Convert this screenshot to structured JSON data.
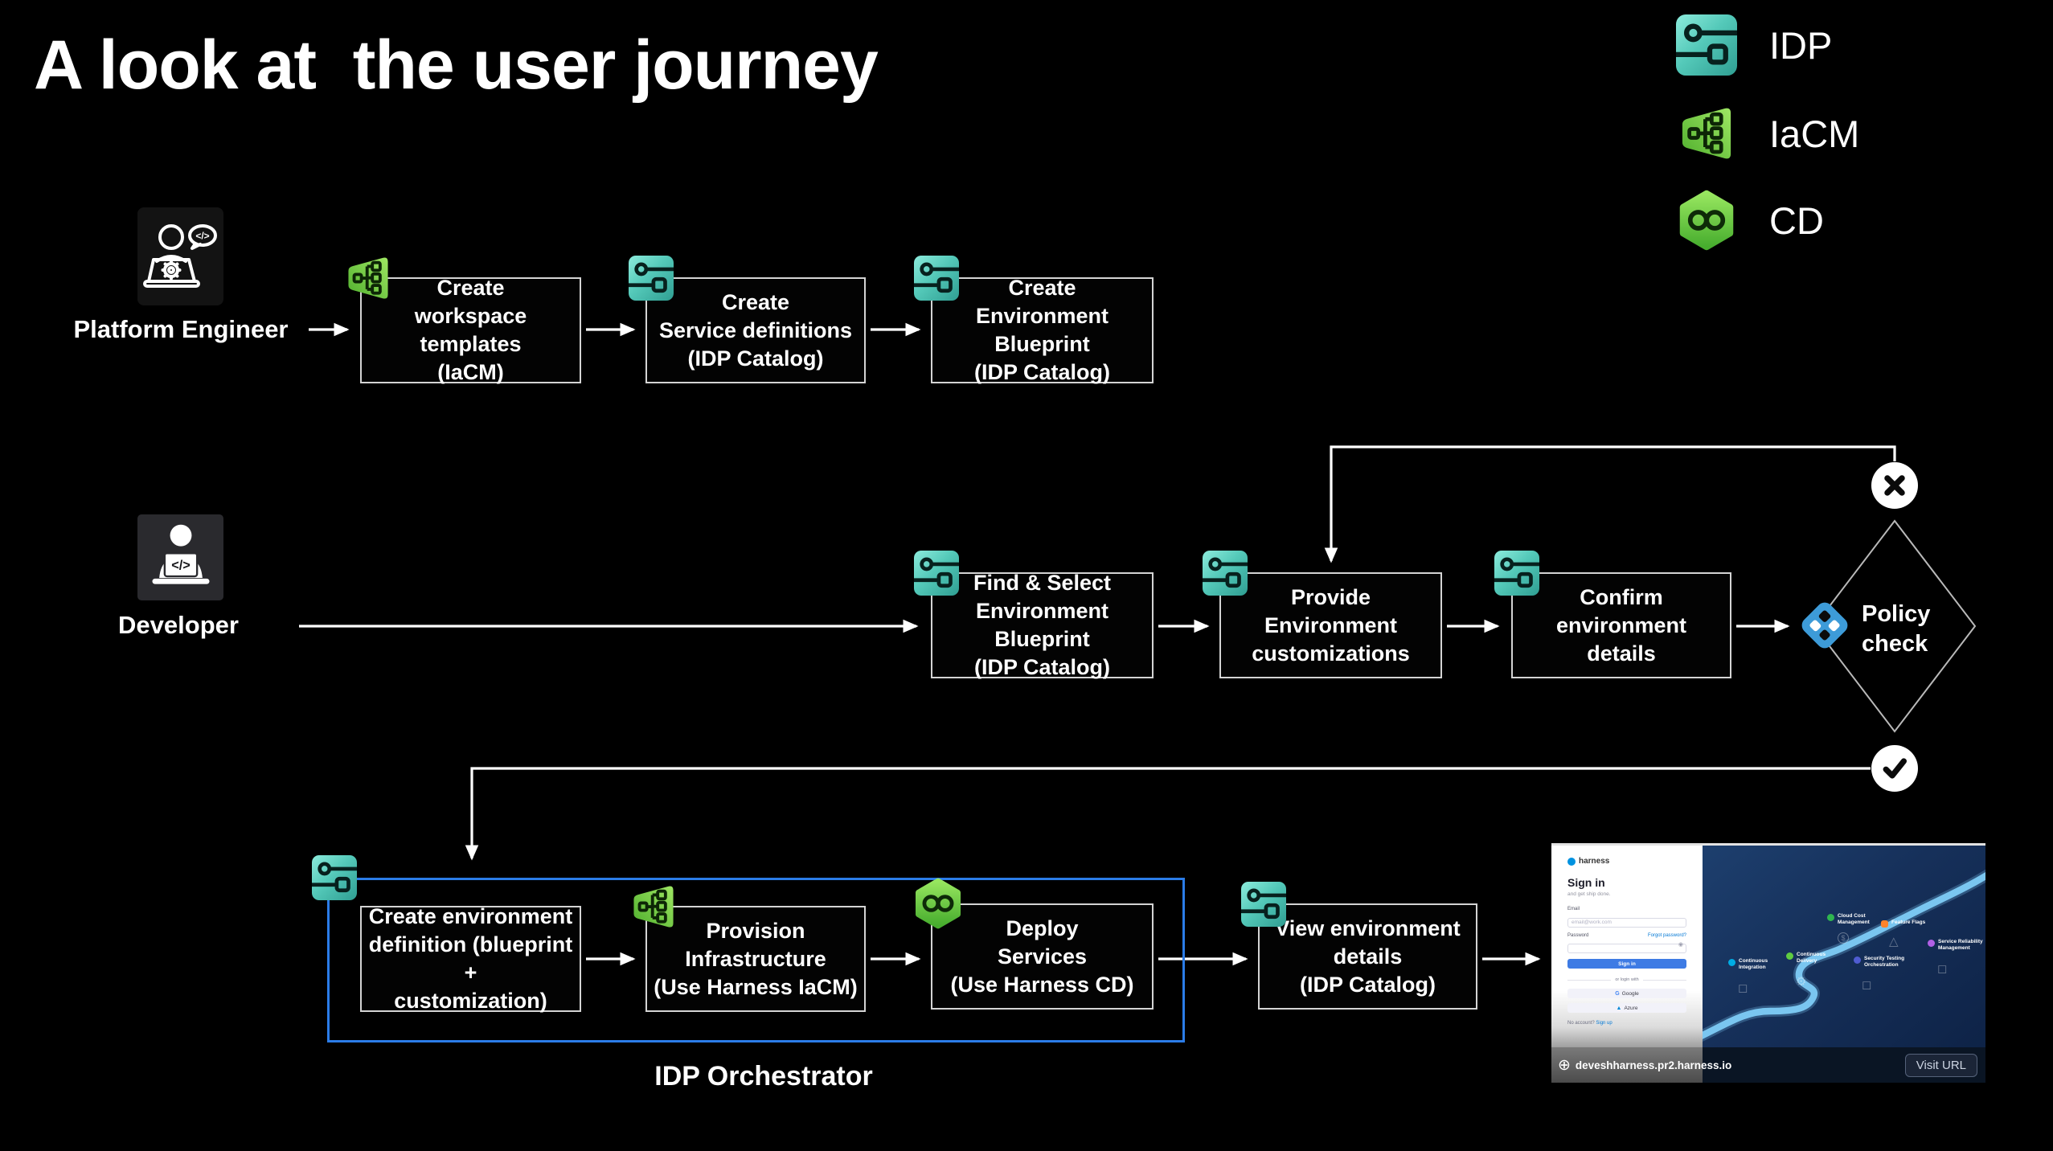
{
  "title": "A look at  the user journey",
  "legend": {
    "idp": "IDP",
    "iacm": "IaCM",
    "cd": "CD"
  },
  "actors": {
    "platform_engineer": "Platform Engineer",
    "developer": "Developer"
  },
  "boxes": {
    "b1": "Create\nworkspace templates\n(IaCM)",
    "b2": "Create\nService definitions\n(IDP Catalog)",
    "b3": "Create\nEnvironment Blueprint\n(IDP Catalog)",
    "b4": "Find & Select\nEnvironment Blueprint\n(IDP Catalog)",
    "b5": "Provide\nEnvironment\ncustomizations",
    "b6": "Confirm environment\ndetails",
    "b7": "Create environment\ndefinition (blueprint +\ncustomization)",
    "b8": "Provision\nInfrastructure\n(Use Harness IaCM)",
    "b9": "Deploy\nServices\n(Use Harness CD)",
    "b10": "View environment\ndetails\n(IDP Catalog)"
  },
  "policy_check": "Policy\ncheck",
  "orchestrator_label": "IDP Orchestrator",
  "browser_preview": {
    "brand": "harness",
    "signin": {
      "heading": "Sign in",
      "subheading": "and get ship done.",
      "email_label": "Email",
      "email_placeholder": "email@work.com",
      "password_label": "Password",
      "forgot_link": "Forgot password?",
      "signin_button": "Sign in",
      "divider": "or login with",
      "google_button": "Google",
      "azure_button": "Azure",
      "no_account": "No account?",
      "signup_link": "Sign up"
    },
    "modules": [
      "Continuous\nIntegration",
      "Continuous\nDelivery",
      "Cloud Cost\nManagement",
      "Security Testing\nOrchestration",
      "Feature Flags",
      "Service Reliability\nManagement"
    ],
    "url": "deveshharness.pr2.harness.io",
    "visit_button": "Visit URL"
  },
  "colors": {
    "idp_teal": "#54C9B9",
    "iacm_green": "#6FCF44",
    "cd_green": "#67CC43",
    "policy_blue": "#3D9BD8",
    "orchestrator_border": "#2B7CE8",
    "signin_blue": "#3E7BE4",
    "road_blue": "#7AC6F0"
  }
}
